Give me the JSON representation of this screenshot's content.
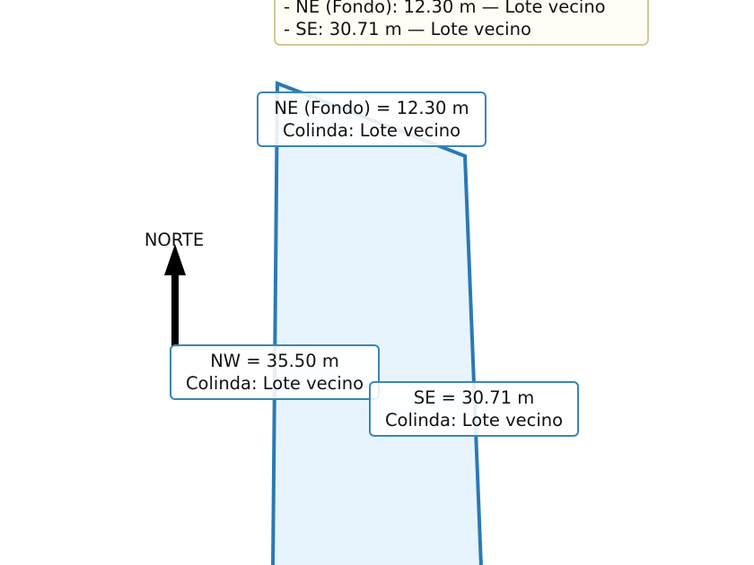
{
  "summary_box": {
    "lines": [
      "- NE (Fondo): 12.30 m — Lote vecino",
      "- SE: 30.71 m — Lote vecino"
    ]
  },
  "north_arrow": {
    "label": "NORTE"
  },
  "labels": {
    "ne": {
      "line1": "NE (Fondo) = 12.30 m",
      "line2": "Colinda: Lote vecino"
    },
    "nw": {
      "line1": "NW = 35.50 m",
      "line2": "Colinda: Lote vecino"
    },
    "se": {
      "line1": "SE = 30.71 m",
      "line2": "Colinda: Lote vecino"
    }
  },
  "colors": {
    "outline": "#2a7ab5",
    "fill": "#e8f4fd",
    "label_border": "#3a86b8",
    "summary_border": "#d6c894",
    "summary_fill": "#fffdf4"
  }
}
